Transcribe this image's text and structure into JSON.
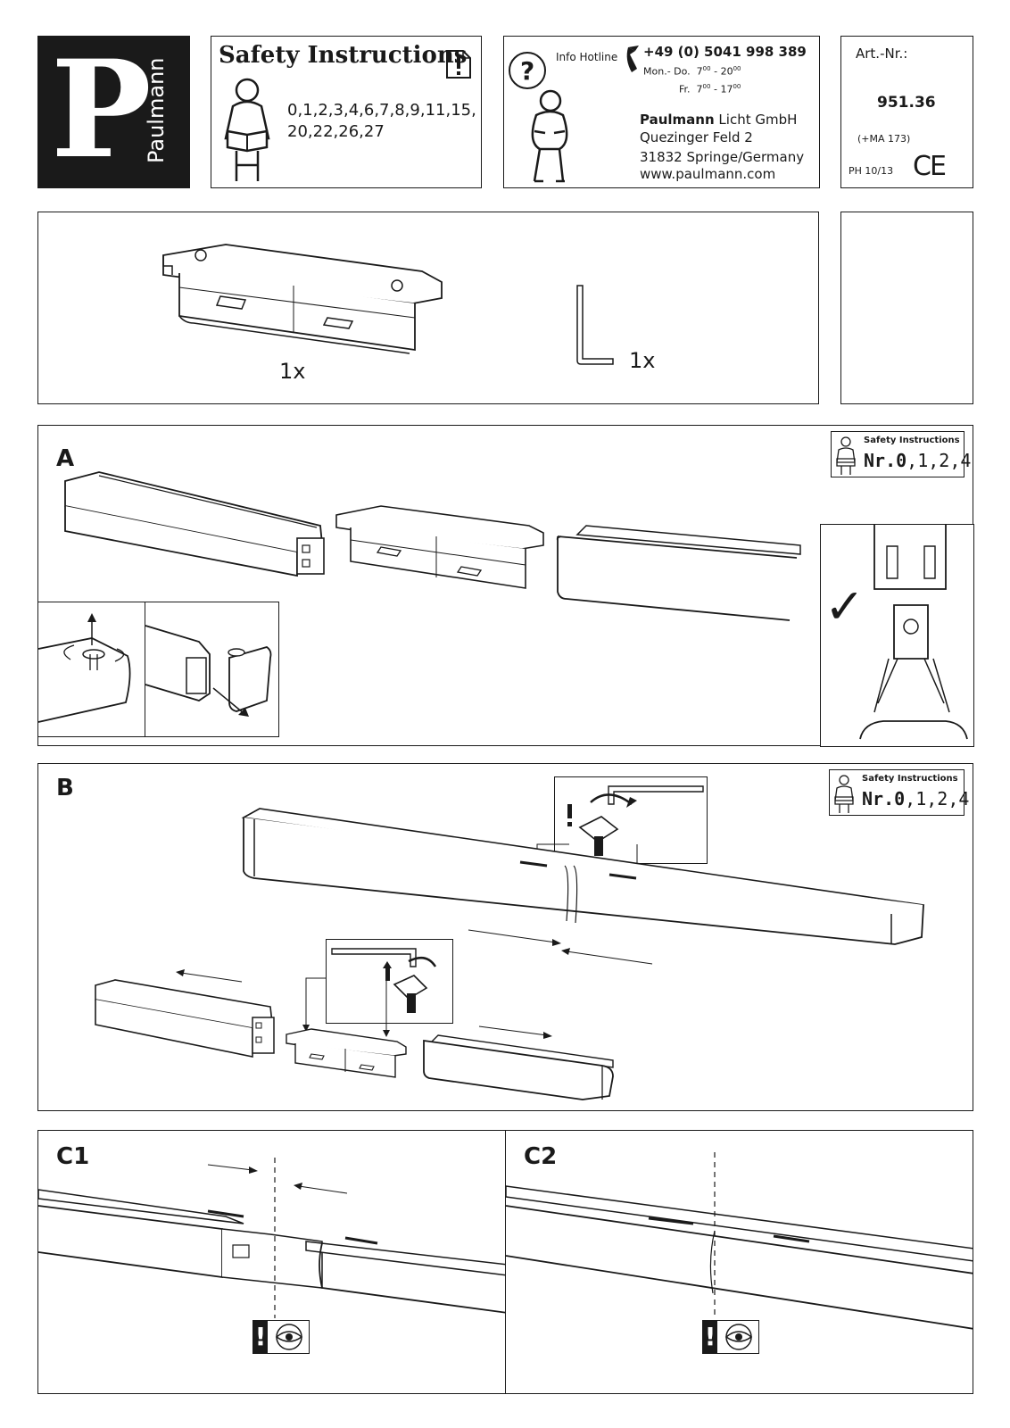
{
  "header": {
    "brand_letter": "P",
    "brand_name": "Paulmann",
    "safety_title": "Safety Instructions",
    "safety_numbers_line1": "0,1,2,3,4,6,7,8,9,11,15,",
    "safety_numbers_line2": "20,22,26,27",
    "hotline_label": "Info Hotline",
    "hotline_phone": "+49 (0) 5041 998 389",
    "hotline_hours_1_days": "Mon.- Do.",
    "hotline_hours_1_from": "7",
    "hotline_hours_1_to": "20",
    "hotline_hours_2_days": "Fr.",
    "hotline_hours_2_from": "7",
    "hotline_hours_2_to": "17",
    "hotline_minutes": "00",
    "hours_separator": "-",
    "company_name_bold": "Paulmann",
    "company_name_rest": " Licht GmbH",
    "address_street": "Quezinger Feld 2",
    "address_city": "31832 Springe/Germany",
    "website": "www.paulmann.com",
    "art_label": "Art.-Nr.:",
    "art_number_main": "951",
    "art_number_dot": ".",
    "art_number_sub": "36",
    "art_extra": "(+MA 173)",
    "date_code": "PH 10/13",
    "ce_mark": "CE"
  },
  "parts": {
    "connector_qty": "1x",
    "key_qty": "1x"
  },
  "sections": {
    "a": {
      "label": "A",
      "safety_title": "Safety Instructions",
      "nr_prefix": "Nr.",
      "nr_bold": "0",
      "nr_rest": ",1,2,4",
      "check": "✓"
    },
    "b": {
      "label": "B",
      "safety_title": "Safety Instructions",
      "nr_prefix": "Nr.",
      "nr_bold": "0",
      "nr_rest": ",1,2,4"
    },
    "c1": {
      "label": "C1",
      "warn": "!"
    },
    "c2": {
      "label": "C2",
      "warn": "!"
    }
  },
  "icons": [
    "paulmann-logo",
    "reading-person-icon",
    "document-warning-icon",
    "question-person-icon",
    "phone-icon",
    "ce-mark-icon",
    "track-connector-icon",
    "allen-key-icon",
    "eye-inspection-icon"
  ]
}
